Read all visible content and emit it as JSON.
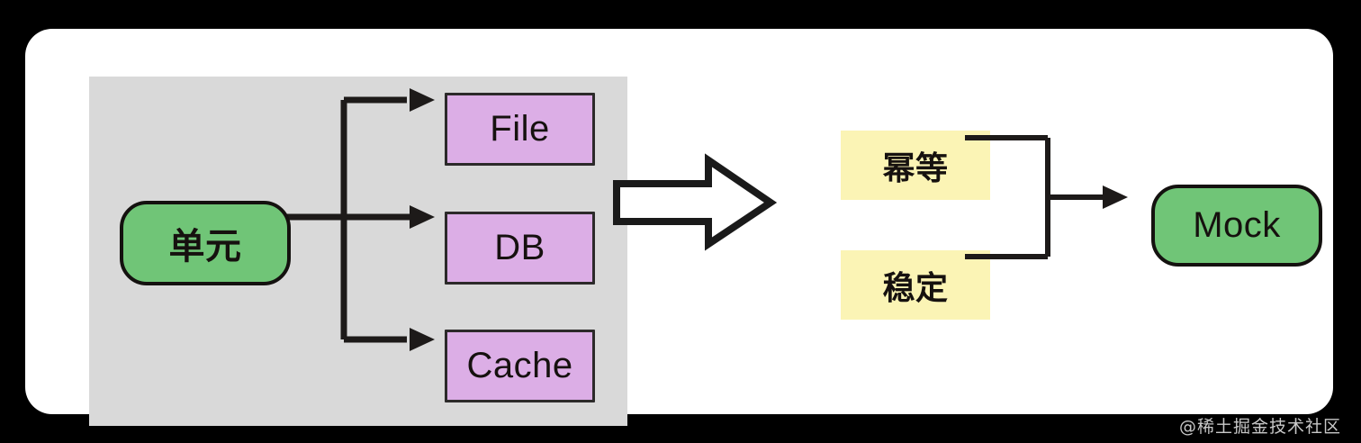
{
  "canvas": {
    "background_color": "#000000",
    "card_color": "#ffffff",
    "panel_color": "#d9d9d9"
  },
  "palette": {
    "green": "#70c577",
    "purple": "#dcaee6",
    "yellow": "#fbf4b5",
    "stroke": "#16110f",
    "purple_stroke": "#2c2a2a"
  },
  "left_group": {
    "source": {
      "label": "单元",
      "shape": "rounded-rectangle",
      "color": "#70c577"
    },
    "targets": [
      {
        "label": "File",
        "shape": "rectangle",
        "color": "#dcaee6"
      },
      {
        "label": "DB",
        "shape": "rectangle",
        "color": "#dcaee6"
      },
      {
        "label": "Cache",
        "shape": "rectangle",
        "color": "#dcaee6"
      }
    ]
  },
  "transition": {
    "icon": "block-arrow-right-icon",
    "fill": "#ffffff",
    "stroke": "#1a1a1a"
  },
  "right_group": {
    "qualities": [
      {
        "label": "幂等",
        "shape": "rectangle",
        "color": "#fbf4b5"
      },
      {
        "label": "稳定",
        "shape": "rectangle",
        "color": "#fbf4b5"
      }
    ],
    "result": {
      "label": "Mock",
      "shape": "rounded-rectangle",
      "color": "#70c577"
    }
  },
  "watermark": {
    "text": "@稀土掘金技术社区"
  }
}
